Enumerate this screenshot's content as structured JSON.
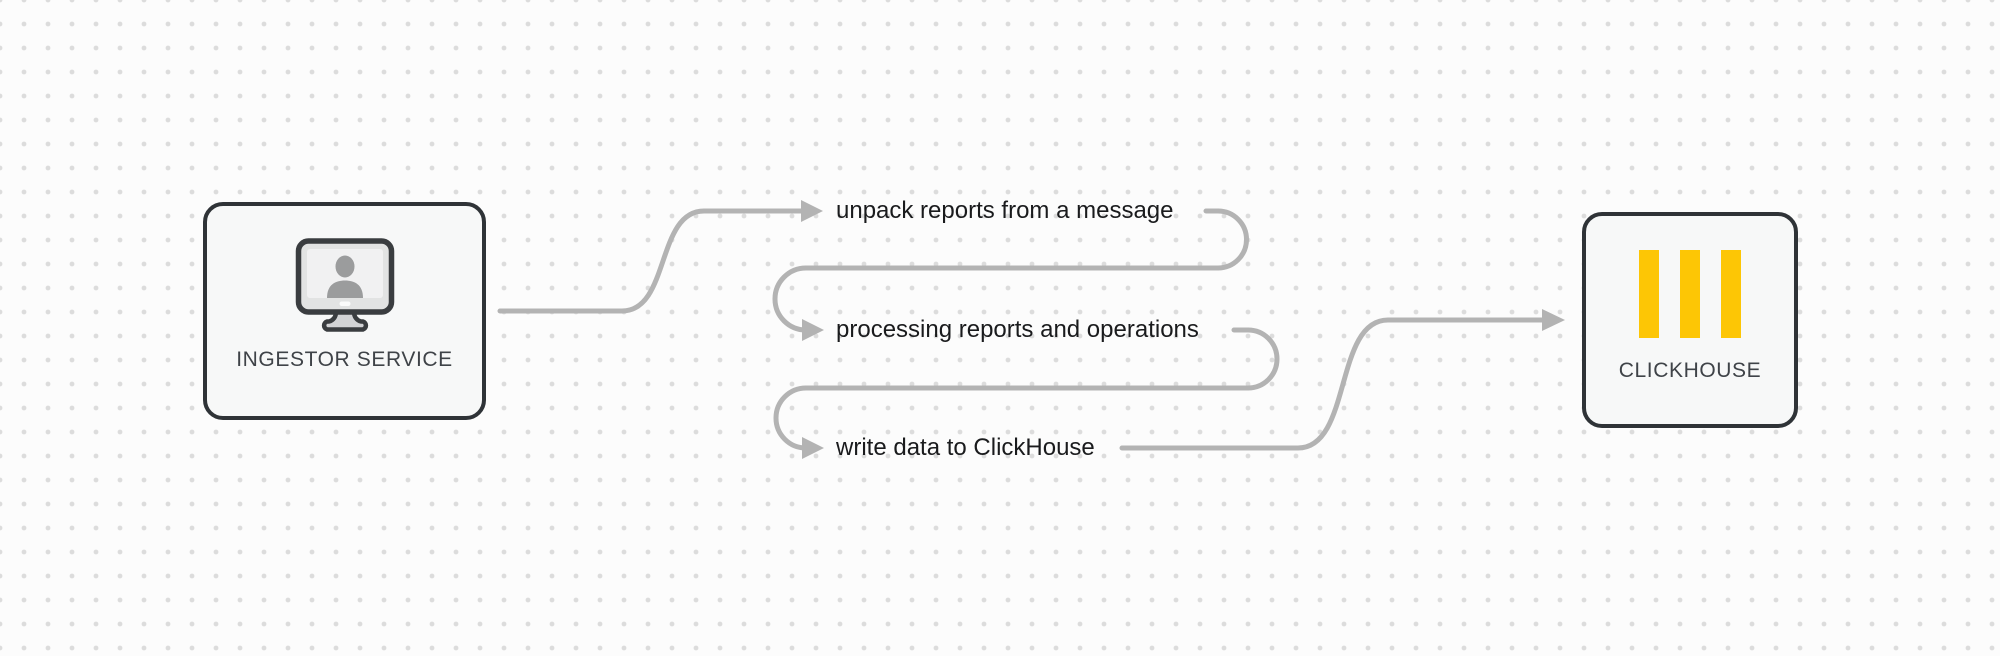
{
  "diagram": {
    "nodes": [
      {
        "id": "ingestor-service",
        "label": "INGESTOR SERVICE",
        "icon": "monitor-user-icon"
      },
      {
        "id": "clickhouse",
        "label": "CLICKHOUSE",
        "icon": "clickhouse-bars-icon"
      }
    ],
    "steps": [
      {
        "label": "unpack reports from a message"
      },
      {
        "label": "processing reports and operations"
      },
      {
        "label": "write data to ClickHouse"
      }
    ]
  },
  "colors": {
    "background": "#fcfcfc",
    "grid-dot": "#dcdcdc",
    "node-border": "#2f3337",
    "node-fill": "#f7f8f8",
    "node-label": "#3f4348",
    "connector": "#b3b3b3",
    "step-text": "#1a1b1d",
    "clickhouse-yellow": "#fdc605"
  }
}
